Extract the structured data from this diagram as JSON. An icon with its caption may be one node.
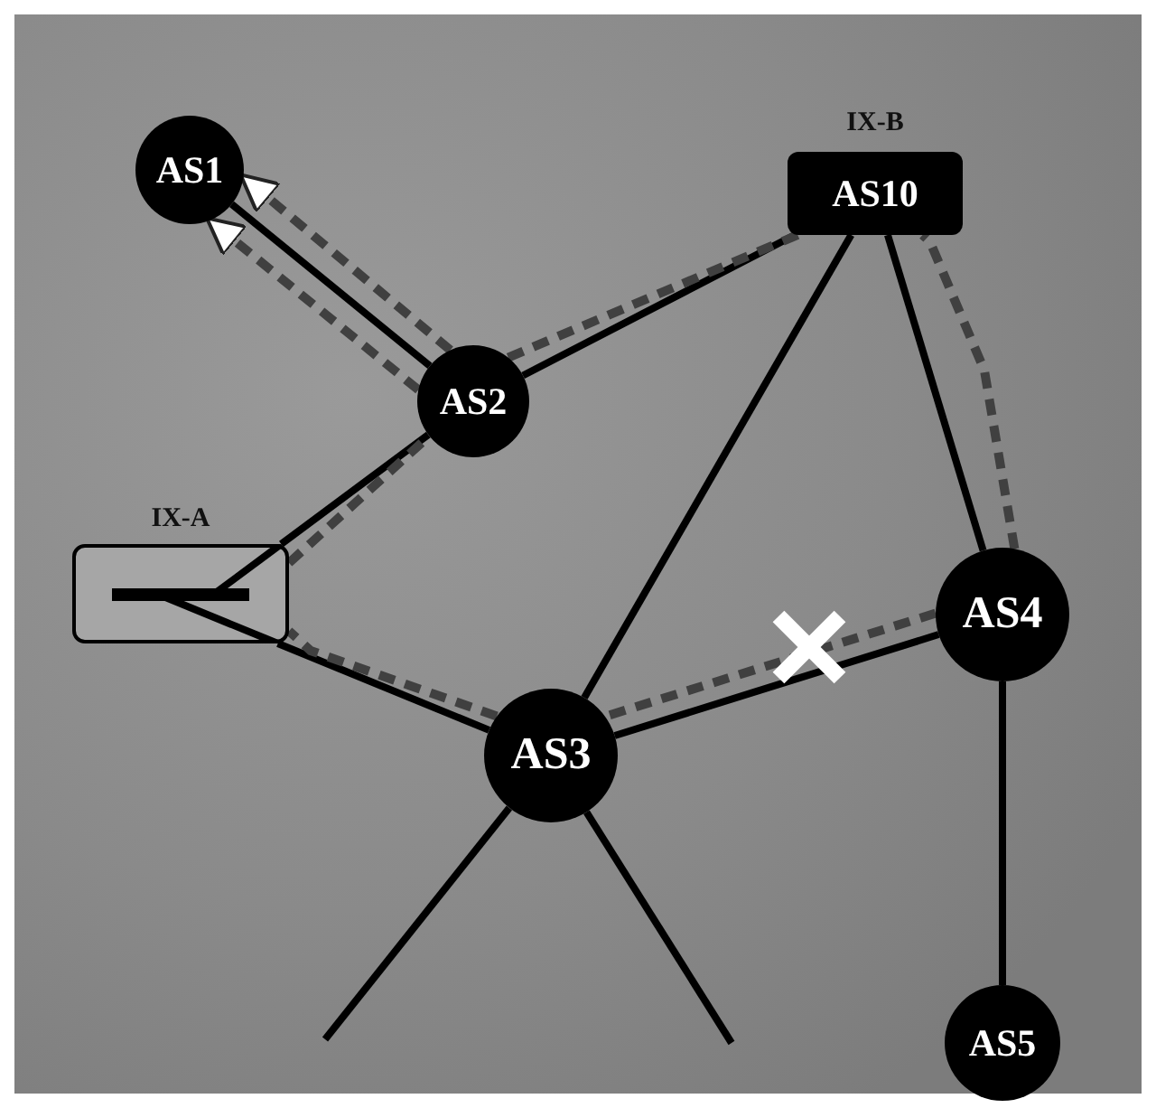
{
  "diagram": {
    "nodes": [
      {
        "text": [
          "AS1"
        ]
      },
      {
        "text": [
          "AS10"
        ],
        "beside": [
          "IX-B"
        ]
      },
      {
        "text": [
          "AS2"
        ]
      },
      {
        "text": [
          "IX-A"
        ]
      },
      {
        "text": [
          "AS4"
        ]
      },
      {
        "text": [
          "AS3"
        ]
      },
      {
        "text": [
          "AS5"
        ]
      }
    ],
    "edges": [
      {
        "from": 0,
        "to": 2,
        "arrow": "none"
      },
      {
        "from": 2,
        "to": 1,
        "arrow": "none"
      },
      {
        "from": 2,
        "to": 3,
        "arrow": "none"
      },
      {
        "from": 3,
        "to": 5,
        "arrow": "none"
      },
      {
        "from": 1,
        "to": 5,
        "arrow": "none"
      },
      {
        "from": 1,
        "to": 4,
        "arrow": "none"
      },
      {
        "from": 5,
        "to": 4,
        "arrow": "none"
      },
      {
        "from": 4,
        "to": 6,
        "arrow": "none"
      },
      {
        "from": 5,
        "to": null,
        "arrow": "none"
      },
      {
        "from": 5,
        "to": null,
        "arrow": "none"
      },
      {
        "from": 4,
        "to": 1,
        "arrow": "none",
        "style": "dashed",
        "color": "#404040"
      },
      {
        "from": 1,
        "to": 2,
        "arrow": "none",
        "style": "dashed",
        "color": "#404040"
      },
      {
        "from": 2,
        "to": 0,
        "arrow": "to",
        "style": "dashed",
        "color": "#404040"
      },
      {
        "from": 4,
        "to": 5,
        "arrow": "none",
        "style": "dashed",
        "color": "#404040"
      },
      {
        "from": 5,
        "to": 3,
        "arrow": "none",
        "style": "dashed",
        "color": "#404040"
      },
      {
        "from": 3,
        "to": 2,
        "arrow": "none",
        "style": "dashed",
        "color": "#404040"
      },
      {
        "from": 2,
        "to": 0,
        "arrow": "to",
        "style": "dashed",
        "color": "#404040"
      }
    ]
  }
}
